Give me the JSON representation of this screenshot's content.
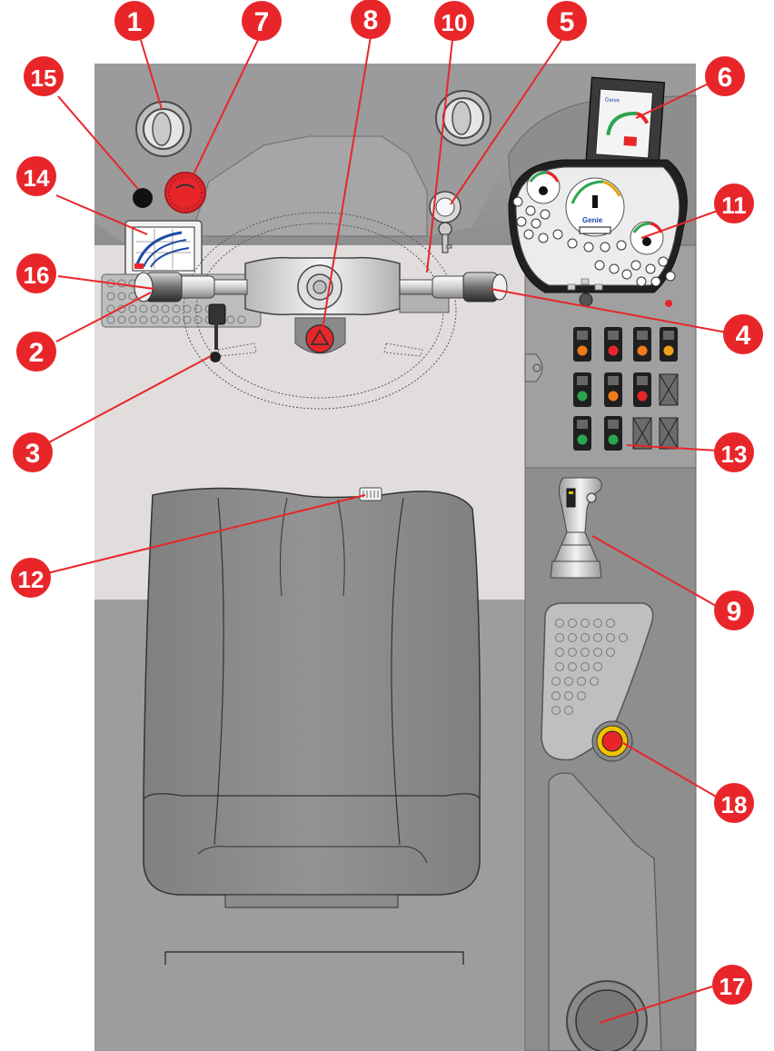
{
  "colors": {
    "callout_fill": "#e8262a",
    "callout_line": "#e8262a",
    "callout_text": "#ffffff",
    "floor": "#e2dddd",
    "cab_grey": "#9a9a9a",
    "panel_grey": "#8f8f8f",
    "seat_grey": "#8c8c8c"
  },
  "brand": {
    "gauge_logo": "Genie",
    "monitor_logo": "Genie"
  },
  "callouts": [
    {
      "id": "c1",
      "label": "1"
    },
    {
      "id": "c7",
      "label": "7"
    },
    {
      "id": "c8",
      "label": "8"
    },
    {
      "id": "c10",
      "label": "10"
    },
    {
      "id": "c5",
      "label": "5"
    },
    {
      "id": "c6",
      "label": "6"
    },
    {
      "id": "c15",
      "label": "15"
    },
    {
      "id": "c14",
      "label": "14"
    },
    {
      "id": "c11",
      "label": "11"
    },
    {
      "id": "c16",
      "label": "16"
    },
    {
      "id": "c2",
      "label": "2"
    },
    {
      "id": "c4",
      "label": "4"
    },
    {
      "id": "c3",
      "label": "3"
    },
    {
      "id": "c13",
      "label": "13"
    },
    {
      "id": "c12",
      "label": "12"
    },
    {
      "id": "c9",
      "label": "9"
    },
    {
      "id": "c18",
      "label": "18"
    },
    {
      "id": "c17",
      "label": "17"
    }
  ],
  "icons": {
    "hazard": "hazard-triangle-icon",
    "key": "ignition-key-icon",
    "estop": "emergency-stop-icon",
    "joystick": "joystick-icon"
  }
}
